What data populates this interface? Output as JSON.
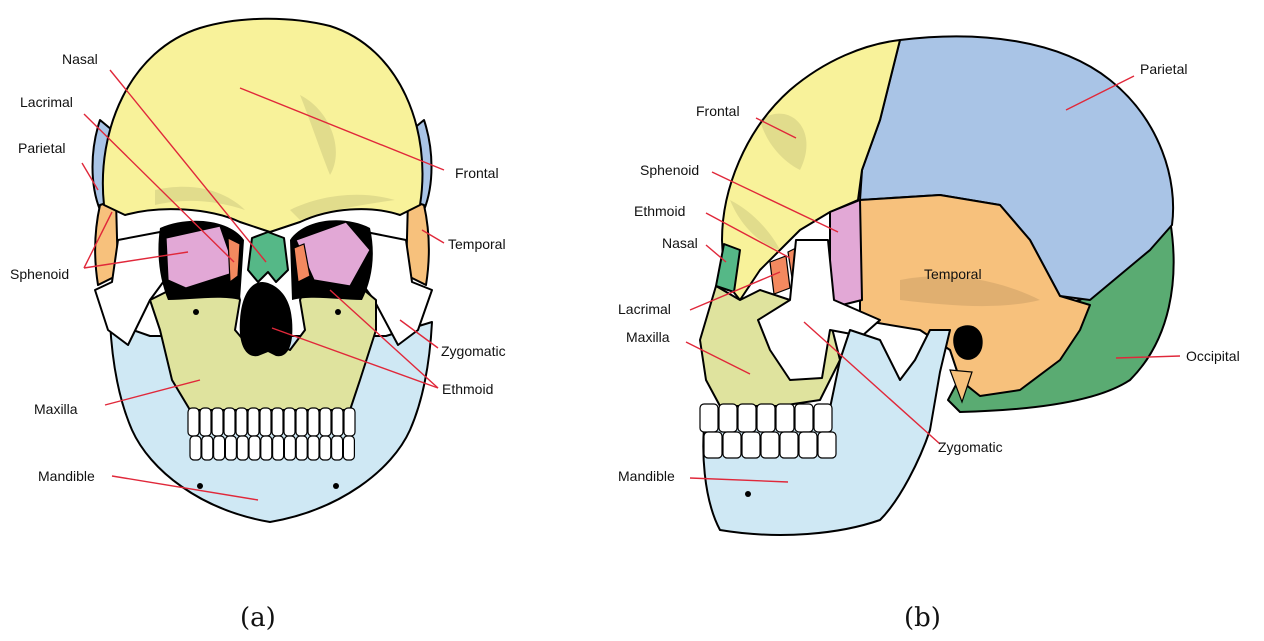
{
  "colors": {
    "frontal": "#f8f29a",
    "parietal": "#a9c4e6",
    "temporal": "#f7c17c",
    "sphenoid": "#e2a8d6",
    "nasal": "#55b887",
    "ethmoid": "#f3895f",
    "lacrimal": "#f3895f",
    "zygomatic": "#ffffff",
    "maxilla": "#dfe39e",
    "mandible": "#cfe8f4",
    "occipital": "#5aab72",
    "leader": "#e0283a"
  },
  "panel_a": {
    "caption": "(a)",
    "labels": {
      "nasal": "Nasal",
      "lacrimal": "Lacrimal",
      "parietal": "Parietal",
      "sphenoid": "Sphenoid",
      "maxilla": "Maxilla",
      "mandible": "Mandible",
      "frontal": "Frontal",
      "temporal": "Temporal",
      "zygomatic": "Zygomatic",
      "ethmoid": "Ethmoid"
    }
  },
  "panel_b": {
    "caption": "(b)",
    "labels": {
      "frontal": "Frontal",
      "sphenoid": "Sphenoid",
      "ethmoid": "Ethmoid",
      "nasal": "Nasal",
      "lacrimal": "Lacrimal",
      "maxilla": "Maxilla",
      "mandible": "Mandible",
      "parietal": "Parietal",
      "temporal": "Temporal",
      "occipital": "Occipital",
      "zygomatic": "Zygomatic"
    }
  }
}
